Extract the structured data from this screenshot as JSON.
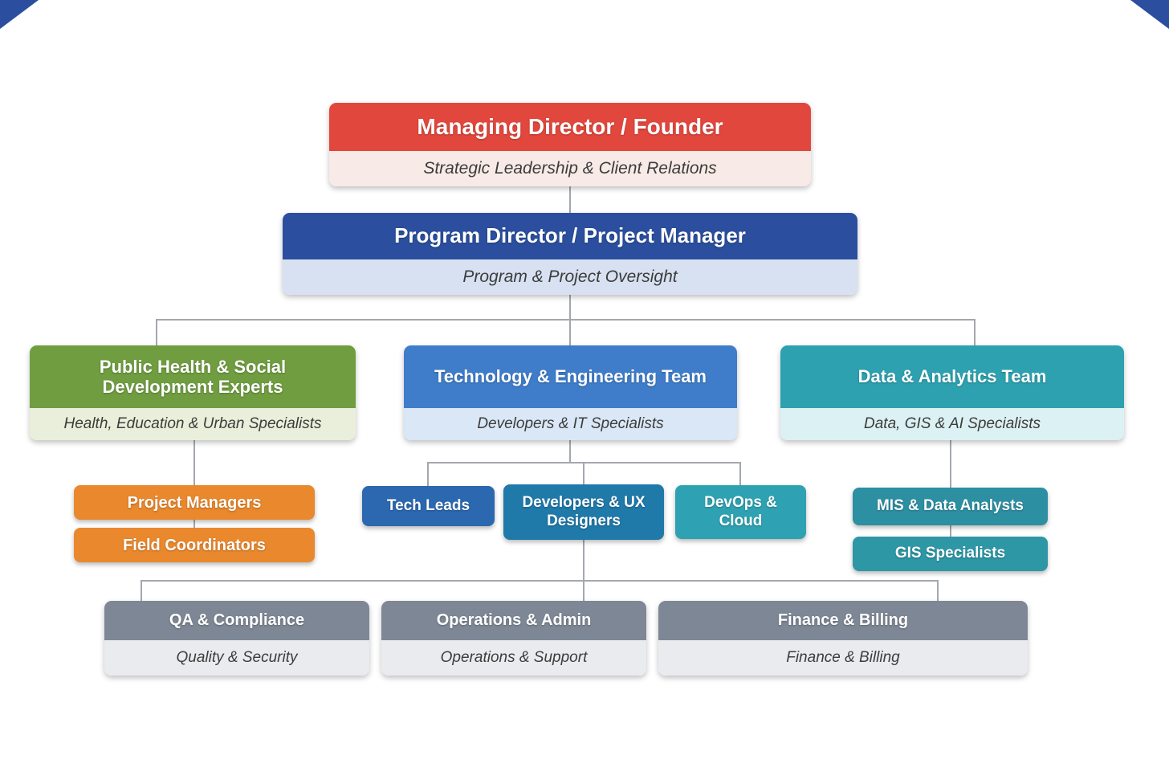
{
  "decor": {
    "corner_color": "#2b4f9e"
  },
  "org": {
    "level1": {
      "title": "Managing Director / Founder",
      "subtitle": "Strategic Leadership & Client Relations",
      "color": "#e2473d",
      "subtitle_bg": "#f8eae7"
    },
    "level2": {
      "title": "Program Director / Project Manager",
      "subtitle": "Program & Project Oversight",
      "color": "#2b4f9e",
      "subtitle_bg": "#d7e1f1"
    },
    "teams": [
      {
        "title": "Public Health & Social Development Experts",
        "subtitle": "Health, Education & Urban Specialists",
        "color": "#6f9d40",
        "subtitle_bg": "#e9efda"
      },
      {
        "title": "Technology & Engineering Team",
        "subtitle": "Developers & IT Specialists",
        "color": "#3f7dca",
        "subtitle_bg": "#d9e7f6"
      },
      {
        "title": "Data & Analytics Team",
        "subtitle": "Data, GIS & AI Specialists",
        "color": "#2da1b0",
        "subtitle_bg": "#dcf1f3"
      }
    ],
    "subteams": [
      {
        "label": "Project Managers",
        "color": "#e9882d"
      },
      {
        "label": "Field Coordinators",
        "color": "#e9882d"
      },
      {
        "label": "Tech Leads",
        "color": "#2b68b0"
      },
      {
        "label": "Developers & UX Designers",
        "color": "#1f79a9"
      },
      {
        "label": "DevOps & Cloud",
        "color": "#2ea2b2"
      },
      {
        "label": "MIS & Data Analysts",
        "color": "#2d8fa2"
      },
      {
        "label": "GIS Specialists",
        "color": "#2d97a6"
      }
    ],
    "support": [
      {
        "title": "QA & Compliance",
        "subtitle": "Quality & Security",
        "color": "#7e8795",
        "subtitle_bg": "#e9ebee"
      },
      {
        "title": "Operations & Admin",
        "subtitle": "Operations & Support",
        "color": "#7e8795",
        "subtitle_bg": "#e9ebee"
      },
      {
        "title": "Finance & Billing",
        "subtitle": "Finance & Billing",
        "color": "#7e8795",
        "subtitle_bg": "#e9ebee"
      }
    ]
  }
}
